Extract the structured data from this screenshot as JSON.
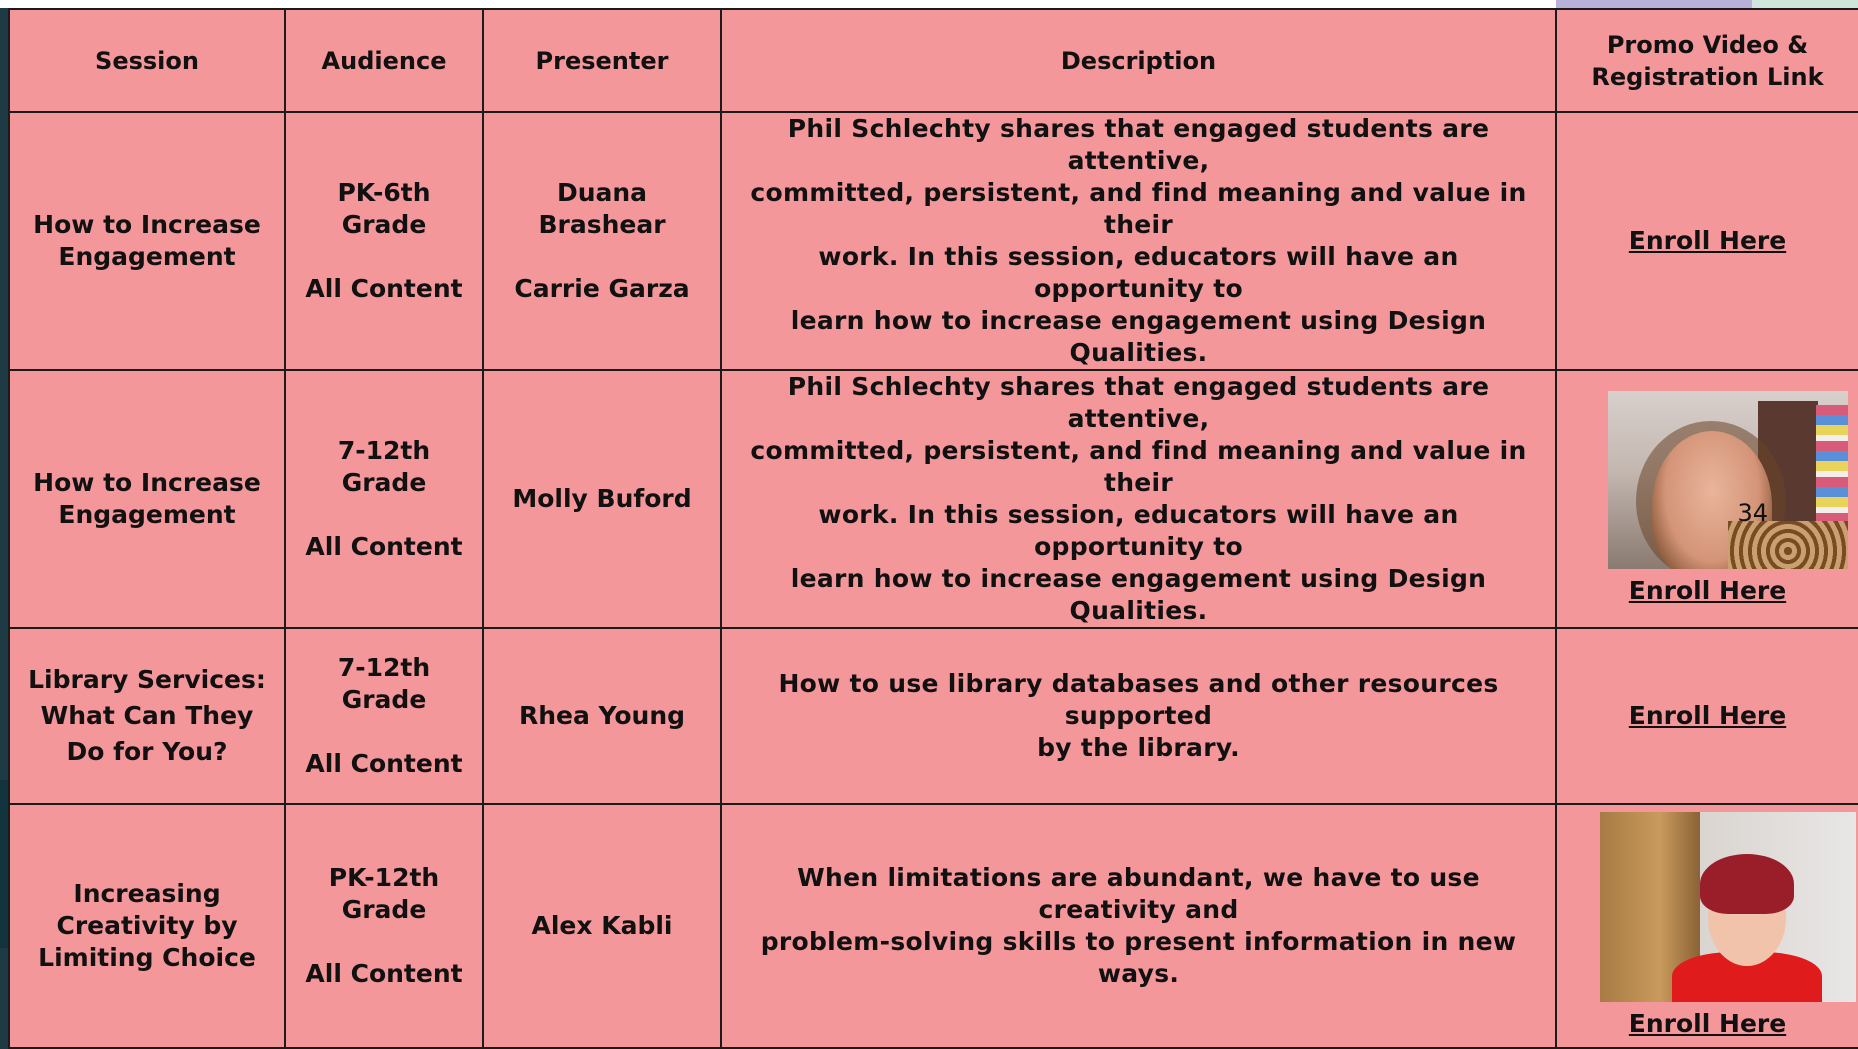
{
  "headers": {
    "session": "Session",
    "audience": "Audience",
    "presenter": "Presenter",
    "description": "Description",
    "promo_line1": "Promo Video &",
    "promo_line2": "Registration Link"
  },
  "rows": [
    {
      "session": [
        "How to Increase",
        "Engagement"
      ],
      "audience_grade": [
        "PK-6th",
        "Grade"
      ],
      "audience_content": "All Content",
      "presenters": [
        "Duana",
        "Brashear",
        "Carrie Garza"
      ],
      "description": [
        "Phil Schlechty shares that engaged students are attentive,",
        "committed, persistent, and find meaning and value in their",
        "work. In this session, educators will have an opportunity to",
        "learn how to increase engagement using Design Qualities."
      ],
      "link": "Enroll Here"
    },
    {
      "session": [
        "How to Increase",
        "Engagement"
      ],
      "audience_grade": [
        "7-12th Grade"
      ],
      "audience_content": "All Content",
      "presenters": [
        "Molly Buford"
      ],
      "description": [
        "Phil Schlechty shares that engaged students are attentive,",
        "committed, persistent, and find meaning and value in their",
        "work. In this session, educators will have an opportunity to",
        "learn how to increase engagement using Design Qualities."
      ],
      "video_overlay": "34",
      "link": "Enroll Here"
    },
    {
      "session": [
        "Library Services:",
        "What Can They",
        "Do for You?"
      ],
      "audience_grade": [
        "7-12th Grade"
      ],
      "audience_content": "All Content",
      "presenters": [
        "Rhea Young"
      ],
      "description": [
        "How to use library databases and other resources supported",
        "by the library."
      ],
      "link": "Enroll Here"
    },
    {
      "session": [
        "Increasing",
        "Creativity by",
        "Limiting Choice"
      ],
      "audience_grade": [
        "PK-12th",
        "Grade"
      ],
      "audience_content": "All Content",
      "presenters": [
        "Alex Kabli"
      ],
      "description": [
        "When limitations are abundant, we have to use creativity and",
        "problem-solving skills to present information in new ways."
      ],
      "link": "Enroll Here"
    }
  ]
}
